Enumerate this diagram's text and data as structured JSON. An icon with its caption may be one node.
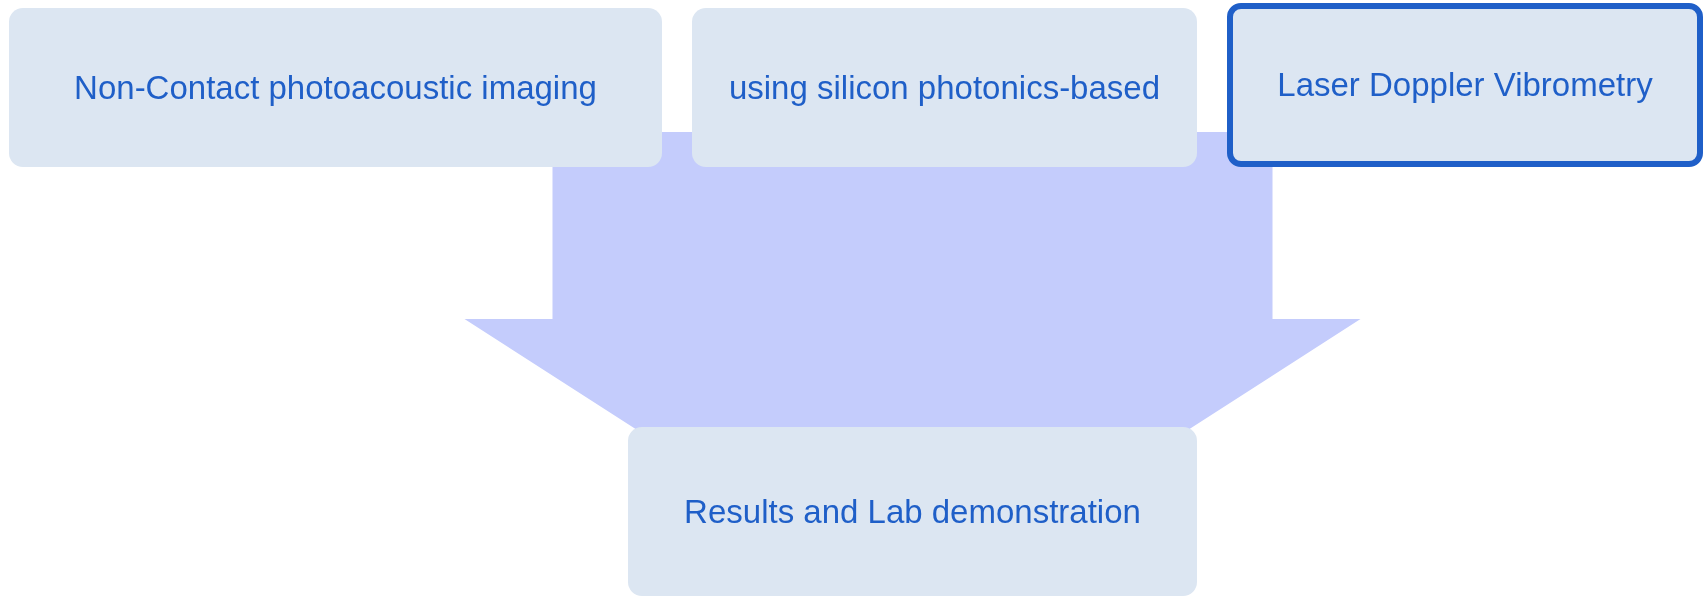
{
  "diagram": {
    "nodes": [
      {
        "text": [
          "Non-Contact photoacoustic imaging"
        ]
      },
      {
        "text": [
          "using silicon photonics-based"
        ]
      },
      {
        "text": [
          "Laser Doppler Vibrometry"
        ]
      },
      {
        "text": [
          "Results and Lab demonstration"
        ]
      }
    ],
    "edges": [
      {
        "from": 0,
        "to": 3,
        "arrow": "to"
      },
      {
        "from": 1,
        "to": 3,
        "arrow": "to"
      },
      {
        "from": 2,
        "to": 3,
        "arrow": "to"
      }
    ]
  }
}
